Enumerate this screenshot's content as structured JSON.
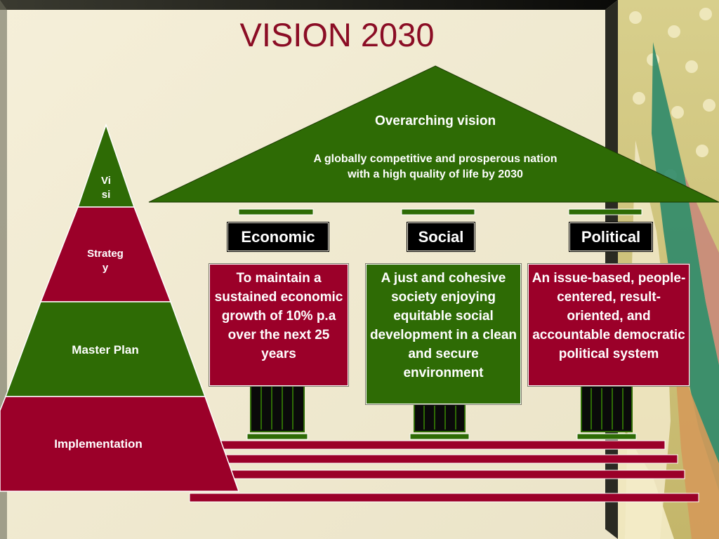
{
  "title": "VISION 2030",
  "roof": {
    "heading": "Overarching vision",
    "description_line1": "A globally competitive and prosperous nation",
    "description_line2": "with a high quality of life by 2030"
  },
  "pillars": [
    {
      "label": "Economic",
      "description": "To maintain a sustained economic growth of 10% p.a over the next 25 years"
    },
    {
      "label": "Social",
      "description": "A just and cohesive society enjoying equitable social development in a clean and secure environment"
    },
    {
      "label": "Political",
      "description": "An issue-based, people-centered, result-oriented, and accountable democratic political system"
    }
  ],
  "pyramid": {
    "levels": [
      {
        "line1": "Vi",
        "line2": "si"
      },
      {
        "line1": "Strateg",
        "line2": "y"
      },
      {
        "line1": "Master Plan"
      },
      {
        "line1": "Implementation"
      }
    ]
  },
  "colors": {
    "green": "#2e6b05",
    "red": "#9b0029",
    "background": "#f1ecdc",
    "title": "#8b0d25"
  }
}
